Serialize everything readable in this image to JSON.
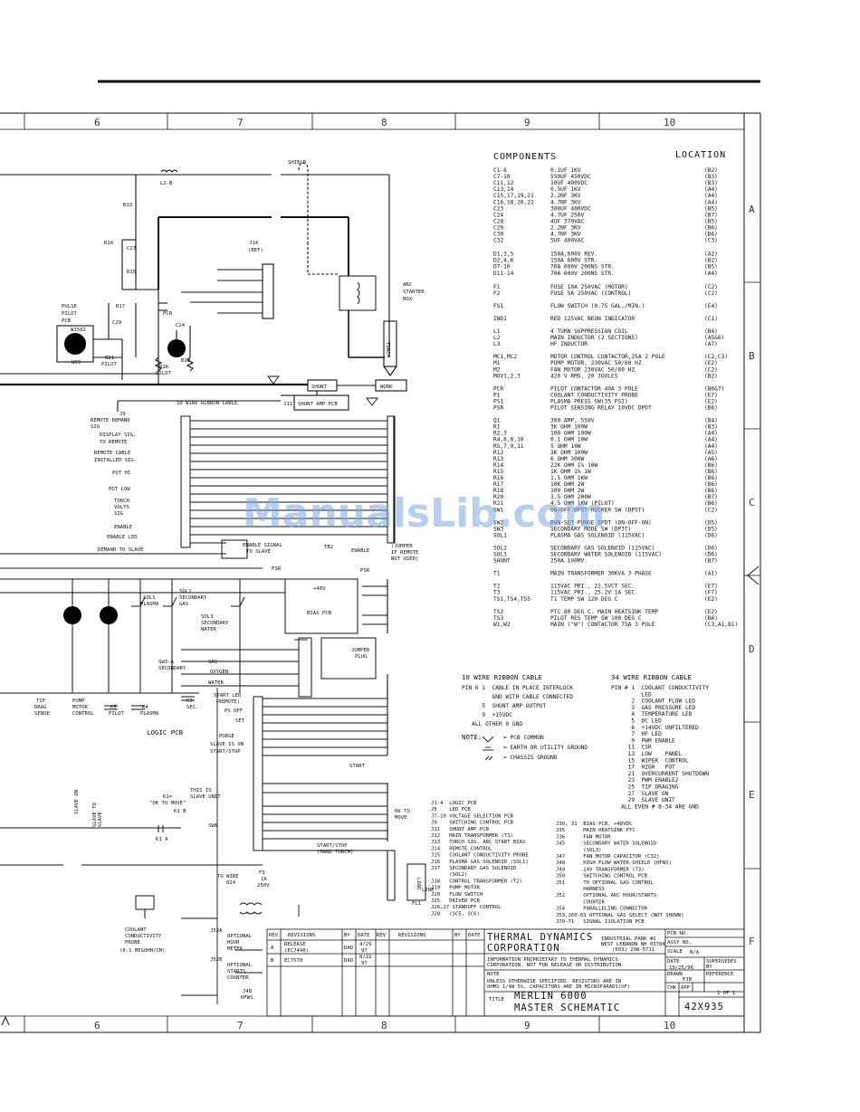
{
  "zones": {
    "cols": [
      "6",
      "7",
      "8",
      "9",
      "10"
    ],
    "rows": [
      "A",
      "B",
      "C",
      "D",
      "E",
      "F"
    ]
  },
  "components": {
    "title": "COMPONENTS",
    "location_title": "LOCATION",
    "rows": [
      [
        "C1-6",
        "0.1UF 1KV",
        "(B2)"
      ],
      [
        "C7-10",
        "550UF 450VDC",
        "(B3)"
      ],
      [
        "C11,12",
        "10UF 400VDC",
        "(B3)"
      ],
      [
        "C13,14",
        "0.5UF 1KV",
        "(A4)"
      ],
      [
        "C15,17,19,21",
        "2.2NF 3KV",
        "(A4)"
      ],
      [
        "C16,18,20,22",
        "4.7NF 3KV",
        "(A4)"
      ],
      [
        "C23",
        "300UF 400VDC",
        "(B5)"
      ],
      [
        "C24",
        "4.7UF 250V",
        "(B7)"
      ],
      [
        "C28",
        "4UF 370VAC",
        "(B5)"
      ],
      [
        "C29",
        "2.2NF 3KV",
        "(B6)"
      ],
      [
        "C30",
        "4.7NF 3KV",
        "(B6)"
      ],
      [
        "C32",
        "5UF 400VAC",
        "(C3)"
      ],
      [
        "D1,3,5",
        "150A,600V REV.",
        "(A2)"
      ],
      [
        "D2,4,6",
        "150A 600V STR.",
        "(B2)"
      ],
      [
        "D7-10",
        "70A 600V 200NS STR.",
        "(B5)"
      ],
      [
        "D11-14",
        "70A 600V 200NS STR.",
        "(A4)"
      ],
      [
        "F1",
        "FUSE 10A 250VAC (MOTOR)",
        "(C2)"
      ],
      [
        "F2",
        "FUSE 5A 250VAC (CONTROL)",
        "(C2)"
      ],
      [
        "FS1",
        "FLOW SWITCH (0.75 GAL./MIN.)",
        "(E4)"
      ],
      [
        "IND1",
        "RED 125VAC NEON INDICATOR",
        "(C1)"
      ],
      [
        "L1",
        "4 TURN SUPPRESSION COIL",
        "(B4)"
      ],
      [
        "L2",
        "MAIN INDUCTOR (2 SECTIONS)",
        "(A5&6)"
      ],
      [
        "L3",
        "HF INDUCTOR",
        "(A7)"
      ],
      [
        "MC1,MC2",
        "MOTOR CONTROL CONTACTOR,25A 2 POLE",
        "(C2,C3)"
      ],
      [
        "M1",
        "PUMP MOTOR, 230VAC 50/60 HZ",
        "(E2)"
      ],
      [
        "M2",
        "FAN MOTOR 230VAC 50/60 HZ",
        "(C2)"
      ],
      [
        "MOV1,2,3",
        "420 V RMS, 20 JOULES",
        "(B2)"
      ],
      [
        "PCR",
        "PILOT CONTACTOR 40A 3 POLE",
        "(B6&7)"
      ],
      [
        "P1",
        "COOLANT CONDUCTIVITY PROBE",
        "(E7)"
      ],
      [
        "PS1",
        "PLASMA PRESS SW(35 PSI)",
        "(E2)"
      ],
      [
        "PSR",
        "PILOT SENSING RELAY 10VDC DPDT",
        "(B6)"
      ],
      [
        "Q1",
        "300 AMP, 550V",
        "(B4)"
      ],
      [
        "R1",
        "3K OHM 100W",
        "(B3)"
      ],
      [
        "R2,3",
        "100 OHM 100W",
        "(A4)"
      ],
      [
        "R4,6,8,10",
        "0.1 OHM 10W",
        "(A4)"
      ],
      [
        "R5,7,9,11",
        "5 OHM 10W",
        "(A4)"
      ],
      [
        "R12",
        "3K OHM 100W",
        "(A5)"
      ],
      [
        "R13",
        "6 OHM 300W",
        "(A6)"
      ],
      [
        "R14",
        "22K OHM 1% 10W",
        "(B6)"
      ],
      [
        "R15",
        "1K OHM 1% 1W",
        "(B6)"
      ],
      [
        "R16",
        "1.5 OHM 1KW",
        "(B6)"
      ],
      [
        "R17",
        "10K OHM 2W",
        "(B6)"
      ],
      [
        "R18",
        "100 OHM 2W",
        "(B6)"
      ],
      [
        "R20",
        "3.5 OHM 200W",
        "(B7)"
      ],
      [
        "R21",
        "4.5 OHM 1KW (PILOT)",
        "(B6)"
      ],
      [
        "SW1",
        "ON/OFF DPST ROCKER SW (DPST)",
        "(C2)"
      ],
      [
        "SW2",
        "RUN-SET-PURGE SPDT (ON-OFF-ON)",
        "(D5)"
      ],
      [
        "SW3",
        "SECONDARY MODE SW (DP3T)",
        "(D5)"
      ],
      [
        "SOL1",
        "PLASMA GAS SOLENOID (115VAC)",
        "(D6)"
      ],
      [
        "SOL2",
        "SECONDARY GAS SOLENOID (115VAC)",
        "(D6)"
      ],
      [
        "SOL3",
        "SECONDARY WATER SOLENOID (115VAC)",
        "(D6)"
      ],
      [
        "SHUNT",
        "250A 100MV.",
        "(B7)"
      ],
      [
        "T1",
        "MAIN TRANSFORMER 30KVA 3 PHASE",
        "(A1)"
      ],
      [
        "T2",
        "115VAC PRI., 22.5VCT SEC.",
        "(E7)"
      ],
      [
        "T3",
        "115VAC PRI., 25.2V 1A SEC.",
        "(F7)"
      ],
      [
        "TS1,TS4,TS5",
        "T1 TEMP SW 120 DEG C",
        "(E2)"
      ],
      [
        "TS2",
        "PTC 80 DEG C. MAIN HEATSINK TEMP",
        "(E2)"
      ],
      [
        "TS3",
        "PILOT RES TEMP SW 100 DEG C",
        "(B6)"
      ],
      [
        "W1,W2",
        "MAIN (\"W\") CONTACTOR 75A 3 POLE",
        "(C3,A1,B1)"
      ]
    ]
  },
  "ribbon10": {
    "title": "10 WIRE RIBBON CABLE",
    "lines": [
      "PIN 6 1  CABLE IN PLACE INTERLOCK",
      "         GND WITH CABLE CONNECTED",
      "      5  SHUNT AMP OUTPUT",
      "      9  +15VDC",
      "   ALL OTHER 0 GND"
    ]
  },
  "ribbon34": {
    "title": "34 WIRE RIBBON CABLE",
    "lines": [
      "PIN # 1  COOLANT CONDUCTIVITY",
      "         LED",
      "      2  COOLANT FLOW LED",
      "      3  GAS PRESSURE LED",
      "      4  TEMPERATURE LED",
      "      5  DC LED",
      "      6  +14VDC UNFILTERED",
      "      7  HF LED",
      "      9  PWM ENABLE",
      "     11  CSR",
      "     13  LOW    PANEL",
      "     15  WIPER  CONTROL",
      "     17  HIGH   POT",
      "     21  OVERCURRENT SHUTDOWN",
      "     23  PWM ENABLE2",
      "     25  TIP DRAGING",
      "     27  SLAVE ON",
      "     29  SLAVE UNIT",
      "   ALL EVEN # 8-34 ARE GND"
    ]
  },
  "note": {
    "label": "NOTE:",
    "lines": [
      "= PCB COMMON",
      "= EARTH OR UTILITY GROUND",
      "= CHASSIS GROUND"
    ]
  },
  "connectors": {
    "left": [
      "J1-4  LOGIC PCB",
      "J5    LED PCB",
      "J7-10 VOLTAGE SELECTION PCB",
      "J9    SWITCHING CONTROL PCB",
      "J11   SHUNT AMP PCB",
      "J12   MAIN TRANSFORMER (T1)",
      "J13   TORCH SIG. ARC START BIAS",
      "J14   REMOTE CONTROL",
      "J15   COOLANT CONDUCTIVITY PROBE",
      "J16   PLASMA GAS SOLENOID (SOL1)",
      "J17   SECONDARY GAS SOLENOID",
      "      (SOL2)",
      "J18   CONTROL TRANSFORMER (T2)",
      "J19   PUMP MOTOR",
      "J20   FLOW SWITCH",
      "J25   DRIVER PCB",
      "J26,27 STANDOFF CONTROL",
      "J28   (SC5, SC6)"
    ],
    "right": [
      "J30, 31  BIAS PCB, +48VDC",
      "J35      MAIN HEATSINK PTC",
      "J36      FAN MOTOR",
      "J45      SECONDARY WATER SOLENOID",
      "         (SOL3)",
      "J47      FAN MOTOR CAPACITOR (C32)",
      "J48      HIGH FLOW WATER SHIELD (HFWS)",
      "J49      24V TRANSFORMER (T3)",
      "J50      SWITCHING CONTROL PCB",
      "J51      TO OPTIONAL GAS CONTROL",
      "         HARNESS",
      "J52      OPTIONAL ARC HOUR/STARTS",
      "         COUNTER",
      "J54      PARALLELING CONNECTOR",
      "J53,J60-63 OPTIONAL GAS SELECT (NOT SHOWN)",
      "J70-71   SIGNAL ISOLATION PCB"
    ]
  },
  "labels": {
    "shield": "SHIELD",
    "l2b": "L2-B",
    "r13": "R13",
    "r14": "R14",
    "c23": "C23",
    "r15": "R15",
    "j14ref": "J14",
    "ref": "(REF)",
    "arc1": "ARC",
    "arc2": "STARTER",
    "arc3": "BOX",
    "torch": "TORCH",
    "pp1": "PULSE",
    "pp2": "PILOT",
    "pp3": "PCB",
    "w1502": "W1502",
    "w99": "W99",
    "c29": "C29",
    "r17": "R17",
    "pcr": "PCR",
    "c24": "C24",
    "psr": "PSR",
    "r21": "R21",
    "pilot": "PILOT",
    "r16": "R16",
    "r20": "R20",
    "shunt": "SHUNT",
    "work": "WORK",
    "ribbon": "10 WIRE RIBBON CABLE",
    "shuntamp": "SHUNT AMP PCB",
    "j11": "J11",
    "j9": "J9",
    "remdem": "REMOTE DEMAND",
    "sig": "SIG",
    "disp": "DISPLAY SIG.",
    "toremote": "TO REMOTE",
    "remcab": "REMOTE CABLE",
    "instsig": "INSTALLED SIG.",
    "pothi": "POT HI",
    "potlow": "POT LOW",
    "torchv": "TORCH",
    "volts": "VOLTS",
    "sig2": "SIG",
    "enable": "ENABLE",
    "enled": "ENABLE LED",
    "demslave": "DEMAND TO SLAVE",
    "enslave1": "ENABLE SIGNAL",
    "enslave2": "TO SLAVE",
    "tb2": "TB2",
    "enable2": "ENABLE",
    "psr2": "PSR",
    "jumper1": "(JUMPER",
    "jumper2": "IF REMOTE",
    "jumper3": "NOT USED)",
    "bias": "BIAS PCB",
    "v48": "+48V",
    "jumperplug1": "JUMPER",
    "jumperplug2": "PLUG",
    "mc3": "MC3",
    "pcr2": "PCR",
    "sol1a": "SOL1",
    "sol1b": "PLASMA",
    "sol2a": "SOL2",
    "sol2b": "SECONDARY",
    "sol2c": "GAS",
    "sol3a": "SOL3",
    "sol3b": "SECONDARY",
    "sol3c": "WATER",
    "sw3a": "SW3-A",
    "sw3b": "SECONDARY",
    "gas": "GAS",
    "oxygen": "OXYGEN",
    "water": "WATER",
    "tipdrag1": "TIP",
    "tipdrag2": "DRAG",
    "tipdrag3": "SENSE",
    "pump1": "PUMP",
    "pump2": "MOTOR",
    "pump3": "CONTROL",
    "k5": "K5",
    "k5b": "PILOT",
    "k4": "K4",
    "k4b": "PLASMA",
    "k3": "K3",
    "k3b": "SEC.",
    "logic": "LOGIC PCB",
    "startled1": "START LED",
    "startled2": "(REMOTE)",
    "psoff": "PS OFF",
    "set": "SET",
    "purge": "PURGE",
    "slaveon1": "SLAVE IS ON",
    "startstop": "START/STOP",
    "start": "START",
    "thisis1": "THIS IS",
    "thisis2": "SLAVE UNIT",
    "okmove1": "K1=",
    "okmove2": "\"OK TO MOVE\"",
    "k1b": "K1 B",
    "sw6": "SW6",
    "okmv1": "OK TO",
    "okmv2": "MOVE",
    "handtorch1": "START/STOP",
    "handtorch2": "(HAND TORCH)",
    "load": "LOAD",
    "line": "LINE",
    "fl1": "FL1",
    "slaveon": "SLAVE ON",
    "slavetoslave1": "SLAVE TO",
    "slavetoslave2": "SLAVE",
    "k1a": "K1 A",
    "towire1": "TO WIRE",
    "towire2": "824",
    "f3": "F3",
    "f3b": "1A",
    "f3c": "250V",
    "coolprobe1": "COOLANT",
    "coolprobe2": "CONDUCTIVITY",
    "coolprobe3": "PROBE",
    "coolprobe4": "(0.1 MEGOHM/CM)",
    "hourm1": "OPTIONAL",
    "hourm2": "HOUR",
    "hourm3": "METER",
    "startsc1": "OPTIONAL",
    "startsc2": "STARTS",
    "startsc3": "COUNTER",
    "hfws": "HFWS",
    "j52a": "J52A",
    "j52b": "J52B",
    "j48": "J48"
  },
  "titleblock": {
    "rev_h": "REV",
    "revisions_h": "REVISIONS",
    "by_h": "BY",
    "date_h": "DATE",
    "rev_h2": "REV",
    "revisions_h2": "REVISIONS",
    "by_h2": "BY",
    "date_h2": "DATE",
    "rowA_rev": "A",
    "rowA_desc1": "RELEASE",
    "rowA_desc2": "(EC7440)",
    "rowA_by": "DAD",
    "rowA_date1": "4/29",
    "rowA_date2": "97",
    "rowB_rev": "B",
    "rowB_desc": "EC7570",
    "rowB_by": "DAD",
    "rowB_date1": "8/22",
    "rowB_date2": "97",
    "company1": "THERMAL DYNAMICS",
    "company2": "CORPORATION",
    "addr1": "INDUSTRIAL PARK #2",
    "addr2": "WEST LEBANON NH 03784",
    "addr3": "(603) 298-5711",
    "info1": "INFORMATION PROPRIETARY TO THERMAL DYNAMICS",
    "info2": "CORPORATION. NOT FOR RELEASE OR DISTRIBUTION.",
    "note_h": "NOTE",
    "note1": "UNLESS OTHERWISE SPECIFIED, RESISTORS ARE IN",
    "note2": "OHMS 1/4W 5%, CAPACITORS ARE IN MICROFARADS(UF)",
    "pcb_no": "PCB NO.",
    "assy_no": "ASSY NO.",
    "scale_h": "SCALE",
    "scale": "N/A",
    "date_lbl": "DATE",
    "date": "10/25/96",
    "supersedes": "SUPERSEDES",
    "by_lbl": "BY",
    "drawn_lbl": "DRAWN",
    "drawn": "PJB",
    "reference": "REFERENCE",
    "chk": "CHK",
    "app": "APP",
    "sheet_of": "1 OF 1",
    "title_lbl": "TITLE",
    "title1": "MERLIN 6000",
    "title2": "MASTER SCHEMATIC",
    "dwg": "42X935"
  },
  "watermark": "ManualsLib.com"
}
